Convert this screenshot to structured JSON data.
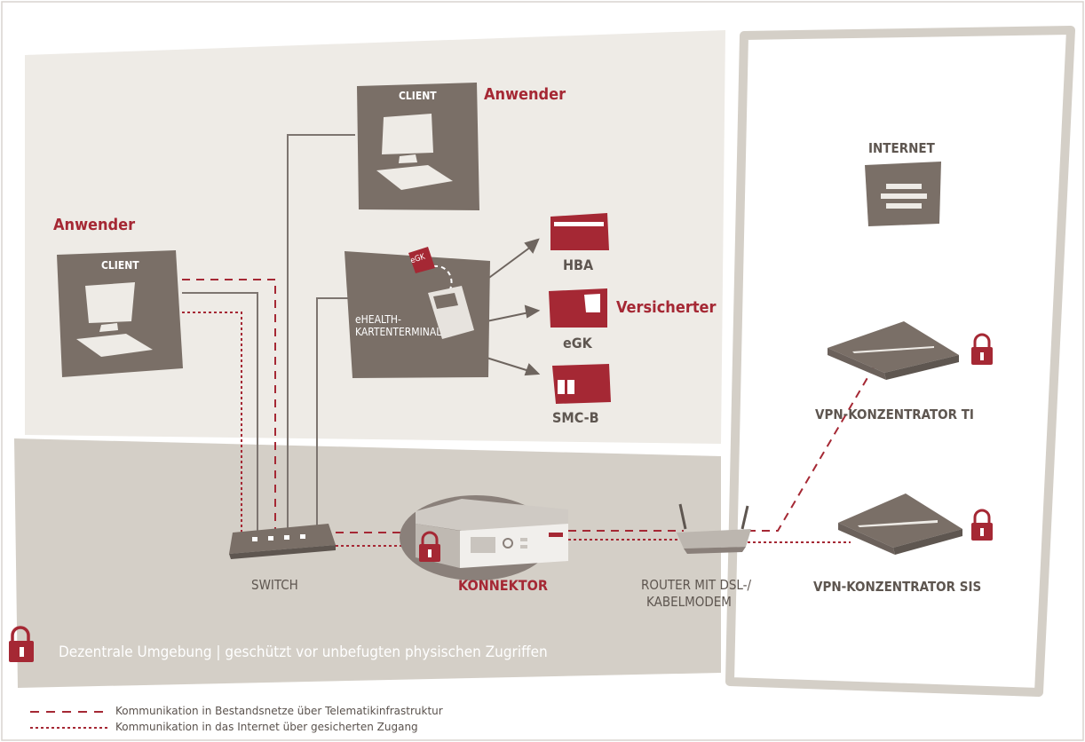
{
  "colors": {
    "accent": "#a52834",
    "device": "#7a6f67",
    "light_zone": "#eeebe6",
    "dark_zone": "#d4cfc7",
    "line": "#7d7570"
  },
  "labels": {
    "anwender_left": "Anwender",
    "anwender_top": "Anwender",
    "client": "CLIENT",
    "terminal_line1": "eHEALTH-",
    "terminal_line2": "KARTENTERMINAL",
    "egk_badge": "eGK",
    "hba": "HBA",
    "egk": "eGK",
    "versicherter": "Versicherter",
    "smcb": "SMC-B",
    "internet": "INTERNET",
    "vpn_ti": "VPN-KONZENTRATOR TI",
    "vpn_sis": "VPN-KONZENTRATOR SIS",
    "switch": "SWITCH",
    "konnektor": "KONNEKTOR",
    "router_line1": "ROUTER MIT DSL-/",
    "router_line2": "KABELMODEM",
    "zone_caption": "Dezentrale Umgebung | geschützt vor unbefugten physischen Zugriffen"
  },
  "legend": [
    {
      "style": "dashed",
      "text": "Kommunikation in Bestandsnetze über Telematikinfrastruktur"
    },
    {
      "style": "dotted",
      "text": "Kommunikation in das Internet über gesicherten Zugang"
    }
  ]
}
